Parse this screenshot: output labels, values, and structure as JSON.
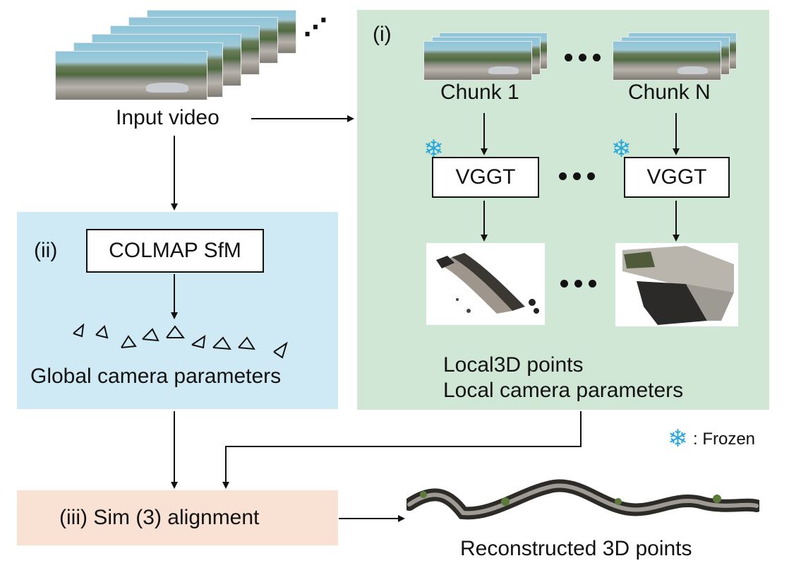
{
  "input_video_label": "Input video",
  "top_ellipsis": "⋰",
  "panel_i": {
    "marker": "(i)",
    "chunks": [
      {
        "label": "Chunk 1",
        "model": "VGGT"
      },
      {
        "label": "Chunk N",
        "model": "VGGT"
      }
    ],
    "outputs": [
      "Local3D points",
      "Local camera parameters"
    ]
  },
  "panel_ii": {
    "marker": "(ii)",
    "step": "COLMAP SfM",
    "output": "Global camera parameters"
  },
  "panel_iii": {
    "step": "(iii) Sim (3) alignment",
    "output": "Reconstructed 3D points"
  },
  "legend": {
    "icon": "snowflake-icon",
    "glyph": "❄",
    "label": ": Frozen"
  },
  "colors": {
    "panel_i": "#cfe7d4",
    "panel_ii": "#cfeaf4",
    "panel_iii": "#f9e1d4",
    "frozen_icon": "#27a6dc"
  }
}
